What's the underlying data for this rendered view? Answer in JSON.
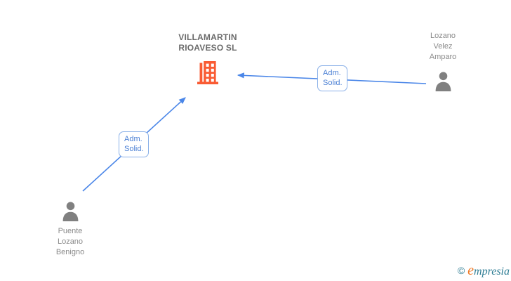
{
  "diagram": {
    "type": "corporate-relationship-graph",
    "nodes": {
      "company": {
        "entity_type": "company",
        "icon": "building-icon",
        "label_lines": [
          "VILLAMARTIN",
          "RIOAVESO SL"
        ]
      },
      "person_right": {
        "entity_type": "person",
        "icon": "person-icon",
        "label_lines": [
          "Lozano",
          "Velez",
          "Amparo"
        ]
      },
      "person_left": {
        "entity_type": "person",
        "icon": "person-icon",
        "label_lines": [
          "Puente",
          "Lozano",
          "Benigno"
        ]
      }
    },
    "edges": [
      {
        "from": "person_right",
        "to": "company",
        "label_lines": [
          "Adm.",
          "Solid."
        ]
      },
      {
        "from": "person_left",
        "to": "company",
        "label_lines": [
          "Adm.",
          "Solid."
        ]
      }
    ]
  },
  "logo": {
    "copyright": "©",
    "brand_first_letter": "e",
    "brand_rest": "mpresia"
  },
  "colors": {
    "company_icon": "#f95b33",
    "company_text": "#6b6b6b",
    "person_icon": "#808080",
    "person_text": "#8a8a8a",
    "edge_line": "#4a86e8",
    "edge_label_border": "#8ab0e8",
    "edge_label_text": "#4a7fd4",
    "logo_orange": "#ee7722",
    "logo_teal": "#2e7d94",
    "background": "#ffffff"
  }
}
